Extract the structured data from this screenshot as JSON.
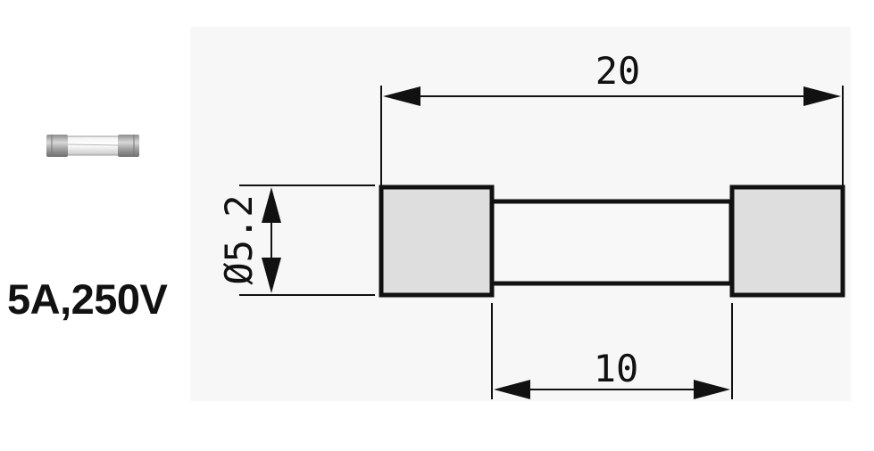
{
  "product": {
    "rating": "5A,250V"
  },
  "dimensions": {
    "overall_length": "20",
    "body_length": "10",
    "diameter": "Ø5.2"
  },
  "colors": {
    "outline": "#111111",
    "cap_fill": "#dedede",
    "panel_background": "#f7f7f7"
  },
  "icons": {
    "thumbnail": "glass-fuse-photo"
  }
}
